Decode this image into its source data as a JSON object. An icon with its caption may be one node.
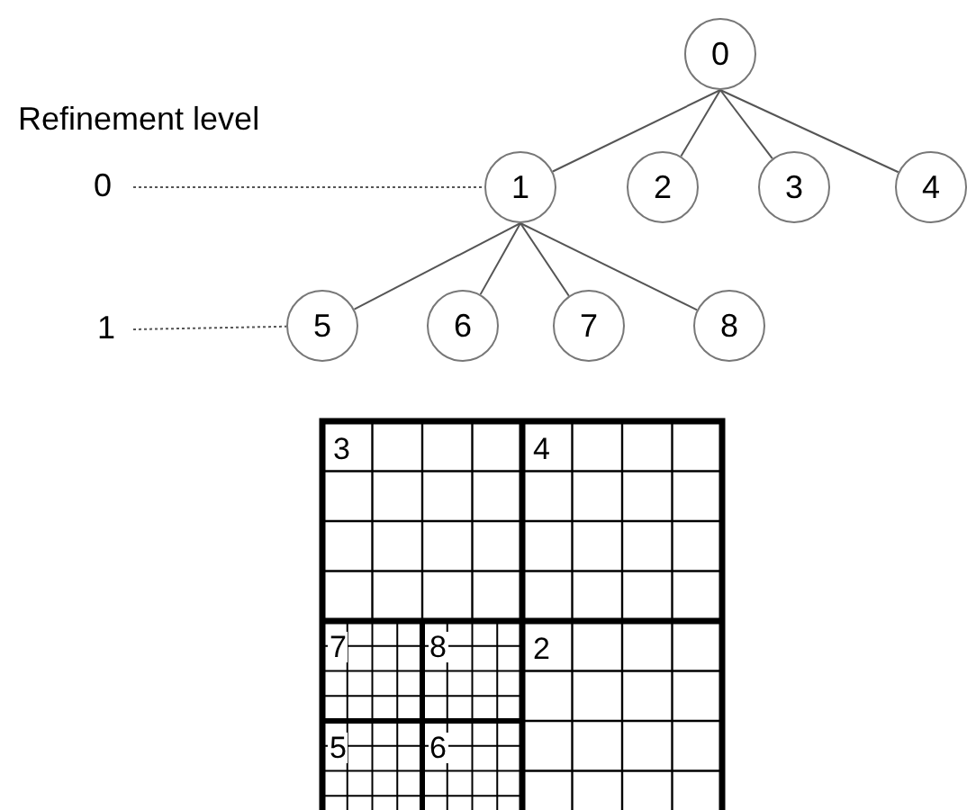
{
  "diagram": {
    "nodes": [
      {
        "text": [
          "0"
        ]
      },
      {
        "text": [
          "1"
        ]
      },
      {
        "text": [
          "2"
        ]
      },
      {
        "text": [
          "3"
        ]
      },
      {
        "text": [
          "4"
        ]
      },
      {
        "text": [
          "5"
        ]
      },
      {
        "text": [
          "6"
        ]
      },
      {
        "text": [
          "7"
        ]
      },
      {
        "text": [
          "8"
        ]
      },
      {
        "text": [
          "0"
        ]
      },
      {
        "text": [
          "1"
        ]
      }
    ],
    "edges": [
      {
        "from": 0,
        "to": 1,
        "arrow": "none"
      },
      {
        "from": 0,
        "to": 2,
        "arrow": "none"
      },
      {
        "from": 0,
        "to": 3,
        "arrow": "none"
      },
      {
        "from": 0,
        "to": 4,
        "arrow": "none"
      },
      {
        "from": 1,
        "to": 5,
        "arrow": "none"
      },
      {
        "from": 1,
        "to": 6,
        "arrow": "none"
      },
      {
        "from": 1,
        "to": 7,
        "arrow": "none"
      },
      {
        "from": 1,
        "to": 8,
        "arrow": "none"
      },
      {
        "from": 9,
        "to": 1,
        "arrow": "none",
        "style": "dashed"
      },
      {
        "from": 10,
        "to": 5,
        "arrow": "none",
        "style": "dashed"
      }
    ],
    "labels": [
      "Refinement level",
      "3",
      "4",
      "7",
      "8",
      "2",
      "5",
      "6"
    ]
  }
}
